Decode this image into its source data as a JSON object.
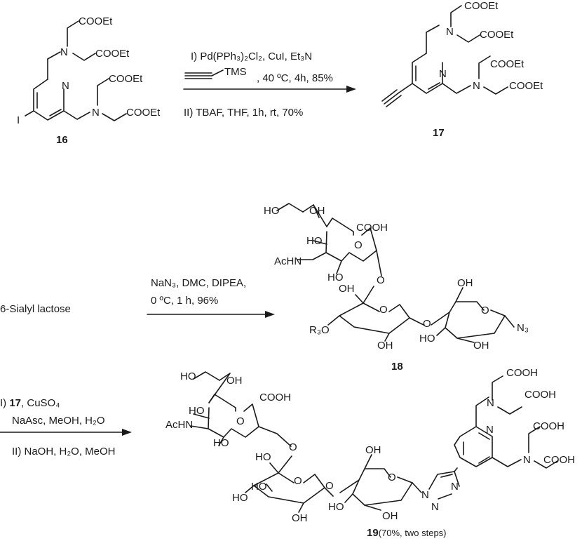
{
  "compounds": {
    "c16": {
      "label": "16",
      "groups": [
        "COOEt",
        "COOEt",
        "COOEt",
        "COOEt"
      ],
      "atoms": [
        "N",
        "N",
        "N",
        "I"
      ]
    },
    "c17": {
      "label": "17",
      "groups": [
        "COOEt",
        "COOEt",
        "COOEt",
        "COOEt"
      ],
      "atoms": [
        "N",
        "N",
        "N"
      ]
    },
    "c18": {
      "label": "18",
      "start": "6-Sialyl lactose"
    },
    "c19": {
      "label": "19",
      "yield_note": "(70%, two steps)"
    }
  },
  "step1": {
    "line1": "I) Pd(PPh₃)₂Cl₂, CuI, Et₃N",
    "line2_reagent": "TMS",
    "line2_conditions": ", 40 ºC, 4h, 85%",
    "line3": "II) TBAF,  THF,  1h,  rt,  70%"
  },
  "step2": {
    "line1": "NaN₃, DMC, DIPEA,",
    "line2": "0 ºC, 1 h, 96%"
  },
  "step3": {
    "line1_prefix": "I) ",
    "line1_ref": "17",
    "line1_suffix": ", CuSO₄",
    "line2": "NaAsc, MeOH, H₂O",
    "line3": "II) NaOH, H₂O, MeOH"
  },
  "labels18": {
    "ho_top1": "HO",
    "oh_top1": "OH",
    "cooh": "COOH",
    "ho_mid": "HO",
    "achn": "AcHN",
    "ring_o1": "O",
    "ho_low": "HO",
    "link_o": "O",
    "oh_gal6": "OH",
    "ring_o2": "O",
    "oh_glc6": "OH",
    "ring_o3": "O",
    "r3o": "R₃O",
    "link_o2": "O",
    "oh_gal2": "OH",
    "ho_glc": "HO",
    "oh_glc2": "OH",
    "n3": "N₃"
  },
  "labels19": {
    "ho_top1": "HO",
    "oh_top1": "OH",
    "cooh": "COOH",
    "ho_mid": "HO",
    "achn": "AcHN",
    "ring_o1": "O",
    "ho_low": "HO",
    "link_o": "O",
    "oh_gal6": "HO",
    "ring_o2": "O",
    "oh_glc6": "OH",
    "ring_o3": "O",
    "ho_gal4": "HO",
    "link_o2": "O",
    "oh_gal2": "OH",
    "ho_glc": "HO",
    "oh_glc2": "OH",
    "triazole_n1": "N",
    "triazole_n2": "N",
    "triazole_n3": "N",
    "py_n": "N",
    "amine_n1": "N",
    "amine_n2": "N",
    "cooh1": "COOH",
    "cooh2": "COOH",
    "cooh3": "COOH",
    "cooh4": "COOH",
    "ho_gal3": "HO"
  }
}
